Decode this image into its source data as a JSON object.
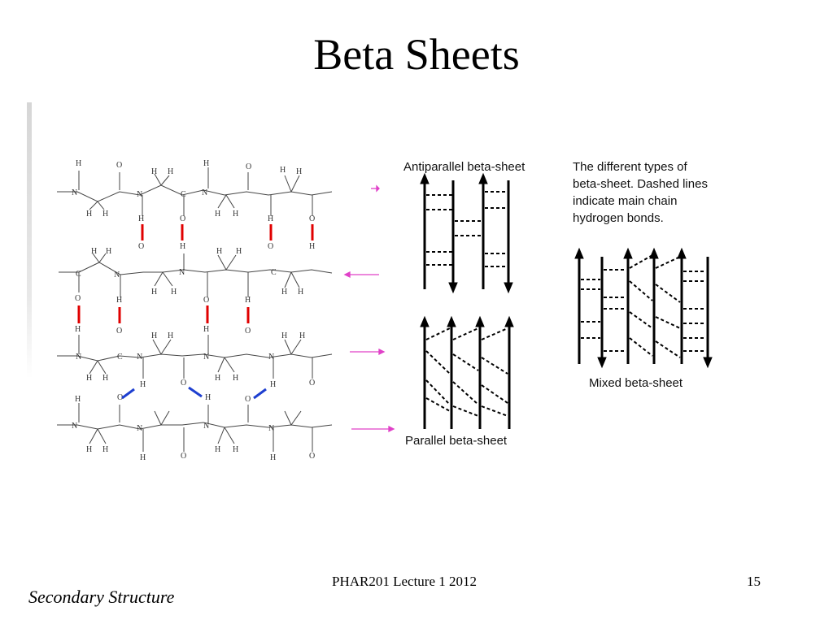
{
  "slide": {
    "title": "Beta Sheets",
    "footer_left": "Secondary Structure",
    "footer_center": "PHAR201 Lecture 1 2012",
    "page_number": "15"
  },
  "figure": {
    "antiparallel_label": "Antiparallel beta-sheet",
    "parallel_label": "Parallel beta-sheet",
    "mixed_label": "Mixed beta-sheet",
    "caption_lines": [
      "The different types of",
      "beta-sheet. Dashed lines",
      "indicate main chain",
      "hydrogen bonds."
    ],
    "colors": {
      "hbond_red": "#e00000",
      "hbond_blue": "#1e3fd0",
      "arrow_magenta": "#e040c8"
    }
  }
}
